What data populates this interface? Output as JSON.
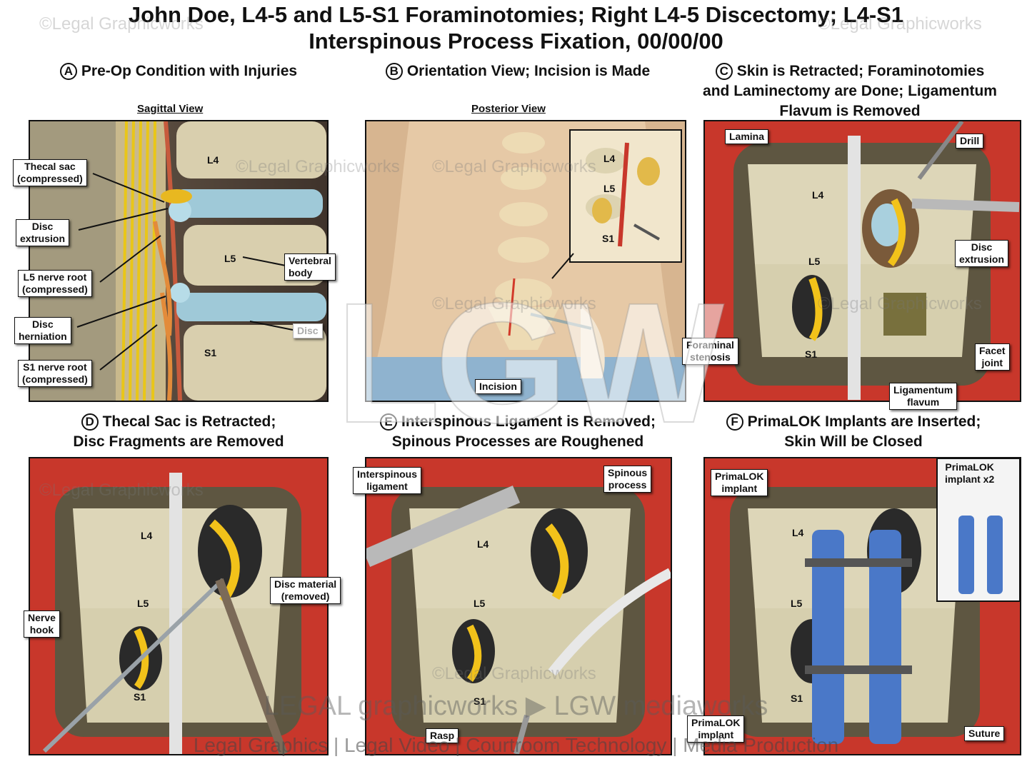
{
  "title": {
    "line1": "John Doe, L4-5 and L5-S1 Foraminotomies; Right L4-5 Discectomy; L4-S1",
    "line2": "Interspinous Process Fixation, 00/00/00"
  },
  "sections": {
    "a": {
      "letter": "A",
      "title": "Pre-Op Condition with Injuries",
      "view": "Sagittal View"
    },
    "b": {
      "letter": "B",
      "title": "Orientation View; Incision is Made",
      "view": "Posterior View"
    },
    "c": {
      "letter": "C",
      "title_1": "Skin is Retracted; Foraminotomies",
      "title_2": "and Laminectomy are Done; Ligamentum",
      "title_3": "Flavum is Removed"
    },
    "d": {
      "letter": "D",
      "title_1": "Thecal Sac is Retracted;",
      "title_2": "Disc Fragments are Removed"
    },
    "e": {
      "letter": "E",
      "title_1": "Interspinous Ligament is Removed;",
      "title_2": "Spinous Processes are Roughened"
    },
    "f": {
      "letter": "F",
      "title_1": "PrimaLOK Implants are Inserted;",
      "title_2": "Skin Will be Closed"
    }
  },
  "panel_a": {
    "labels": {
      "thecal_sac_1": "Thecal sac",
      "thecal_sac_2": "(compressed)",
      "disc_extrusion_1": "Disc",
      "disc_extrusion_2": "extrusion",
      "l5_root_1": "L5 nerve root",
      "l5_root_2": "(compressed)",
      "disc_herniation_1": "Disc",
      "disc_herniation_2": "herniation",
      "s1_root_1": "S1 nerve root",
      "s1_root_2": "(compressed)",
      "vertebral_body_1": "Vertebral",
      "vertebral_body_2": "body",
      "disc": "Disc"
    },
    "levels": {
      "l4": "L4",
      "l5": "L5",
      "s1": "S1"
    }
  },
  "panel_b": {
    "labels": {
      "incision": "Incision"
    },
    "levels": {
      "l4": "L4",
      "l5": "L5",
      "s1": "S1"
    }
  },
  "panel_c": {
    "labels": {
      "lamina": "Lamina",
      "drill": "Drill",
      "disc_extrusion_1": "Disc",
      "disc_extrusion_2": "extrusion",
      "foraminal_1": "Foraminal",
      "foraminal_2": "stenosis",
      "facet_1": "Facet",
      "facet_2": "joint",
      "ligamentum_1": "Ligamentum",
      "ligamentum_2": "flavum"
    },
    "levels": {
      "l4": "L4",
      "l5": "L5",
      "s1": "S1"
    }
  },
  "panel_d": {
    "labels": {
      "disc_material_1": "Disc material",
      "disc_material_2": "(removed)",
      "nerve_hook_1": "Nerve",
      "nerve_hook_2": "hook"
    },
    "levels": {
      "l4": "L4",
      "l5": "L5",
      "s1": "S1"
    }
  },
  "panel_e": {
    "labels": {
      "interspinous_1": "Interspinous",
      "interspinous_2": "ligament",
      "spinous_1": "Spinous",
      "spinous_2": "process",
      "rasp": "Rasp"
    },
    "levels": {
      "l4": "L4",
      "l5": "L5",
      "s1": "S1"
    }
  },
  "panel_f": {
    "labels": {
      "implant_top_1": "PrimaLOK",
      "implant_top_2": "implant",
      "implant_bottom_1": "PrimaLOK",
      "implant_bottom_2": "implant",
      "inset_1": "PrimaLOK",
      "inset_2": "implant x2",
      "suture": "Suture"
    },
    "levels": {
      "l4": "L4",
      "l5": "L5",
      "s1": "S1"
    }
  },
  "watermark": {
    "text": "©Legal Graphicworks",
    "big": "LGW",
    "brand_1": "LEGAL graphicworks",
    "brand_2": "LGW mediaworks",
    "tagline": "Legal Graphics | Legal Video | Courtroom Technology | Media Production"
  },
  "colors": {
    "tissue_red": "#c8372b",
    "bone": "#ddd6b8",
    "nerve_yellow": "#f2c21a",
    "disc_blue": "#9fc9d8",
    "implant_blue": "#4a78c8",
    "skin": "#e6c9a6",
    "drape_blue": "#8fb3cf"
  }
}
